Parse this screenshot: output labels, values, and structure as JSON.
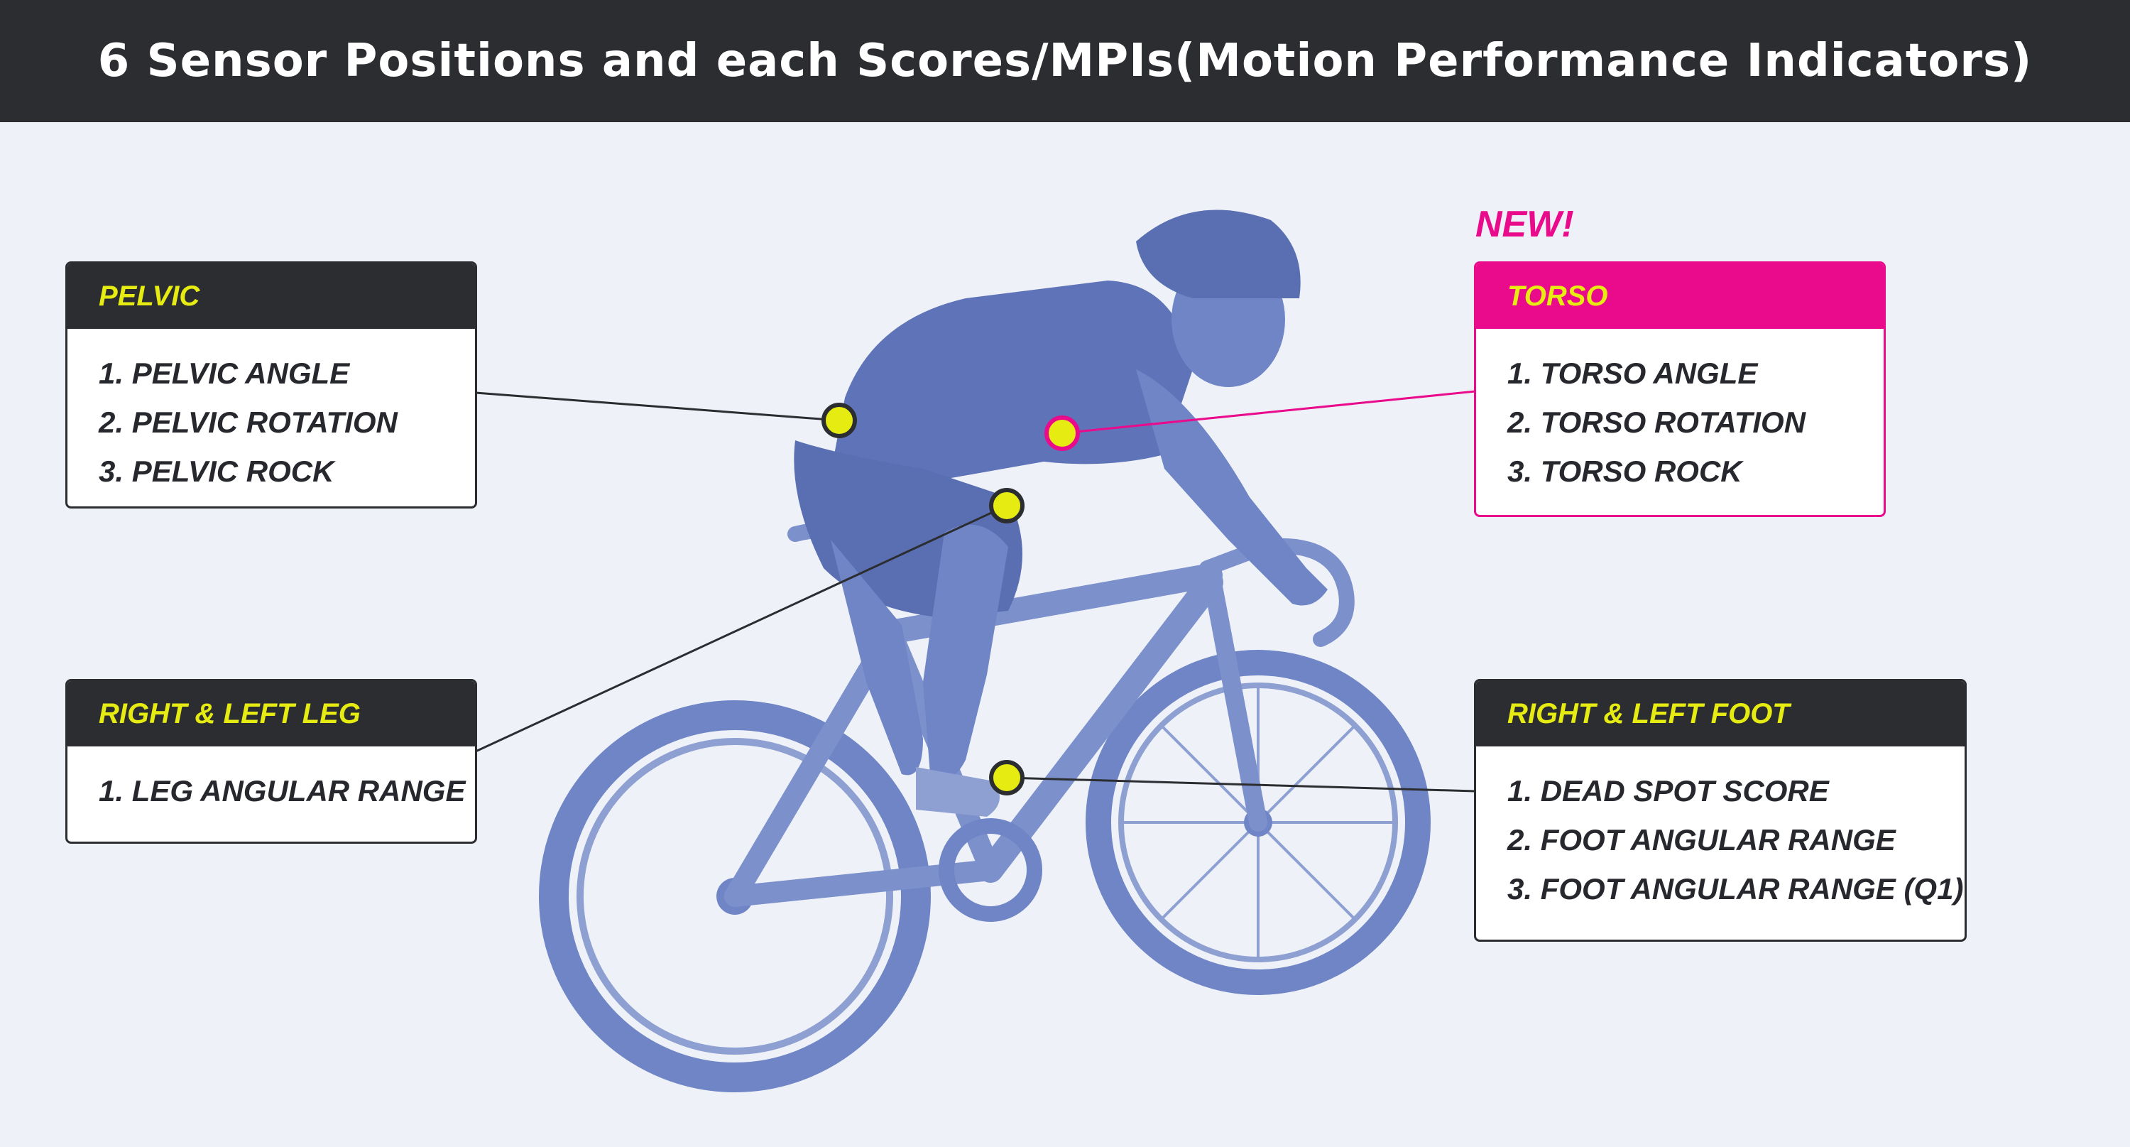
{
  "title": "6 Sensor Positions and each Scores/MPIs(Motion Performance Indicators)",
  "new_badge": "NEW!",
  "colors": {
    "dark": "#2b2d31",
    "accent_yellow": "#e6ec12",
    "accent_magenta": "#ea0a8c",
    "cyclist_blue": "#6f85c6",
    "background": "#eef2f8"
  },
  "cards": {
    "pelvic": {
      "header": "PELVIC",
      "items": [
        "1. PELVIC ANGLE",
        "2. PELVIC ROTATION",
        "3. PELVIC ROCK"
      ]
    },
    "torso": {
      "header": "TORSO",
      "items": [
        "1. TORSO ANGLE",
        "2. TORSO ROTATION",
        "3. TORSO ROCK"
      ]
    },
    "leg": {
      "header": "RIGHT & LEFT LEG",
      "items": [
        "1. LEG ANGULAR RANGE"
      ]
    },
    "foot": {
      "header": "RIGHT & LEFT FOOT",
      "items": [
        "1. DEAD SPOT SCORE",
        "2. FOOT ANGULAR RANGE",
        "3. FOOT ANGULAR RANGE (Q1)"
      ]
    }
  }
}
